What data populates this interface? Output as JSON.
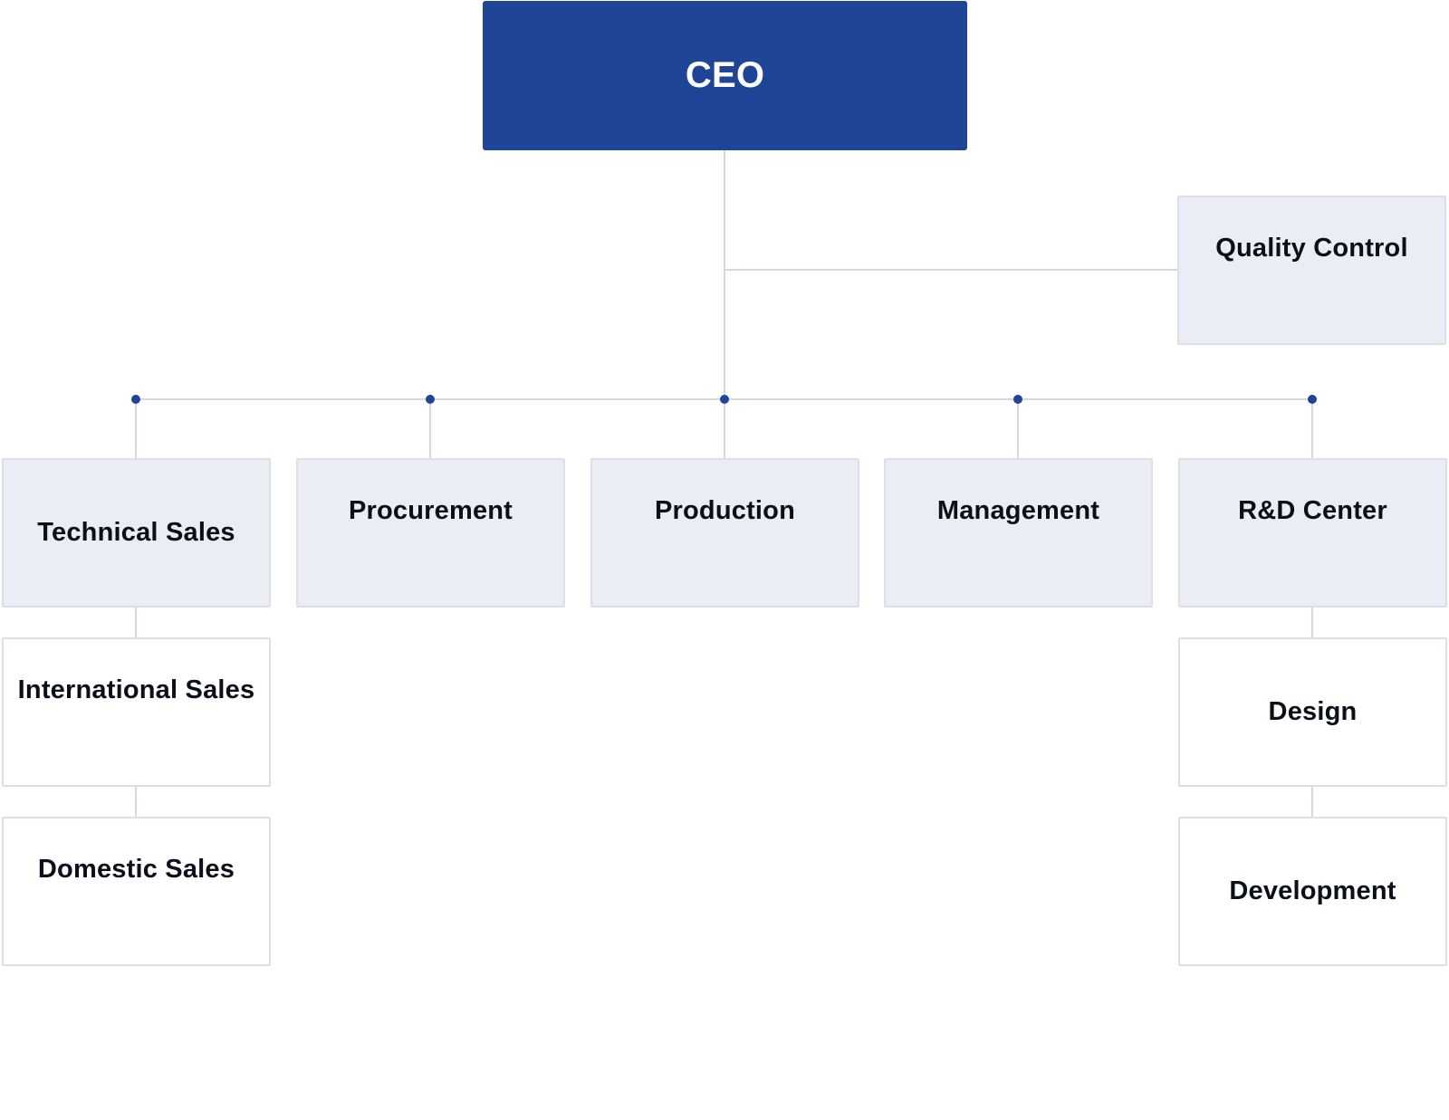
{
  "org_chart": {
    "ceo": {
      "label": "CEO"
    },
    "quality_control": {
      "label": "Quality Control"
    },
    "departments": [
      {
        "label": "Technical Sales"
      },
      {
        "label": "Procurement"
      },
      {
        "label": "Production"
      },
      {
        "label": "Management"
      },
      {
        "label": "R&D Center"
      }
    ],
    "technical_sales_units": [
      {
        "label": "International Sales"
      },
      {
        "label": "Domestic Sales"
      }
    ],
    "rd_units": [
      {
        "label": "Design"
      },
      {
        "label": "Development"
      }
    ]
  },
  "colors": {
    "primary": "#1f4596",
    "box_fill": "#eaedf3",
    "box_border": "#dcdfe7",
    "connector": "#d3d8e2",
    "text": "#0b0f1a"
  }
}
